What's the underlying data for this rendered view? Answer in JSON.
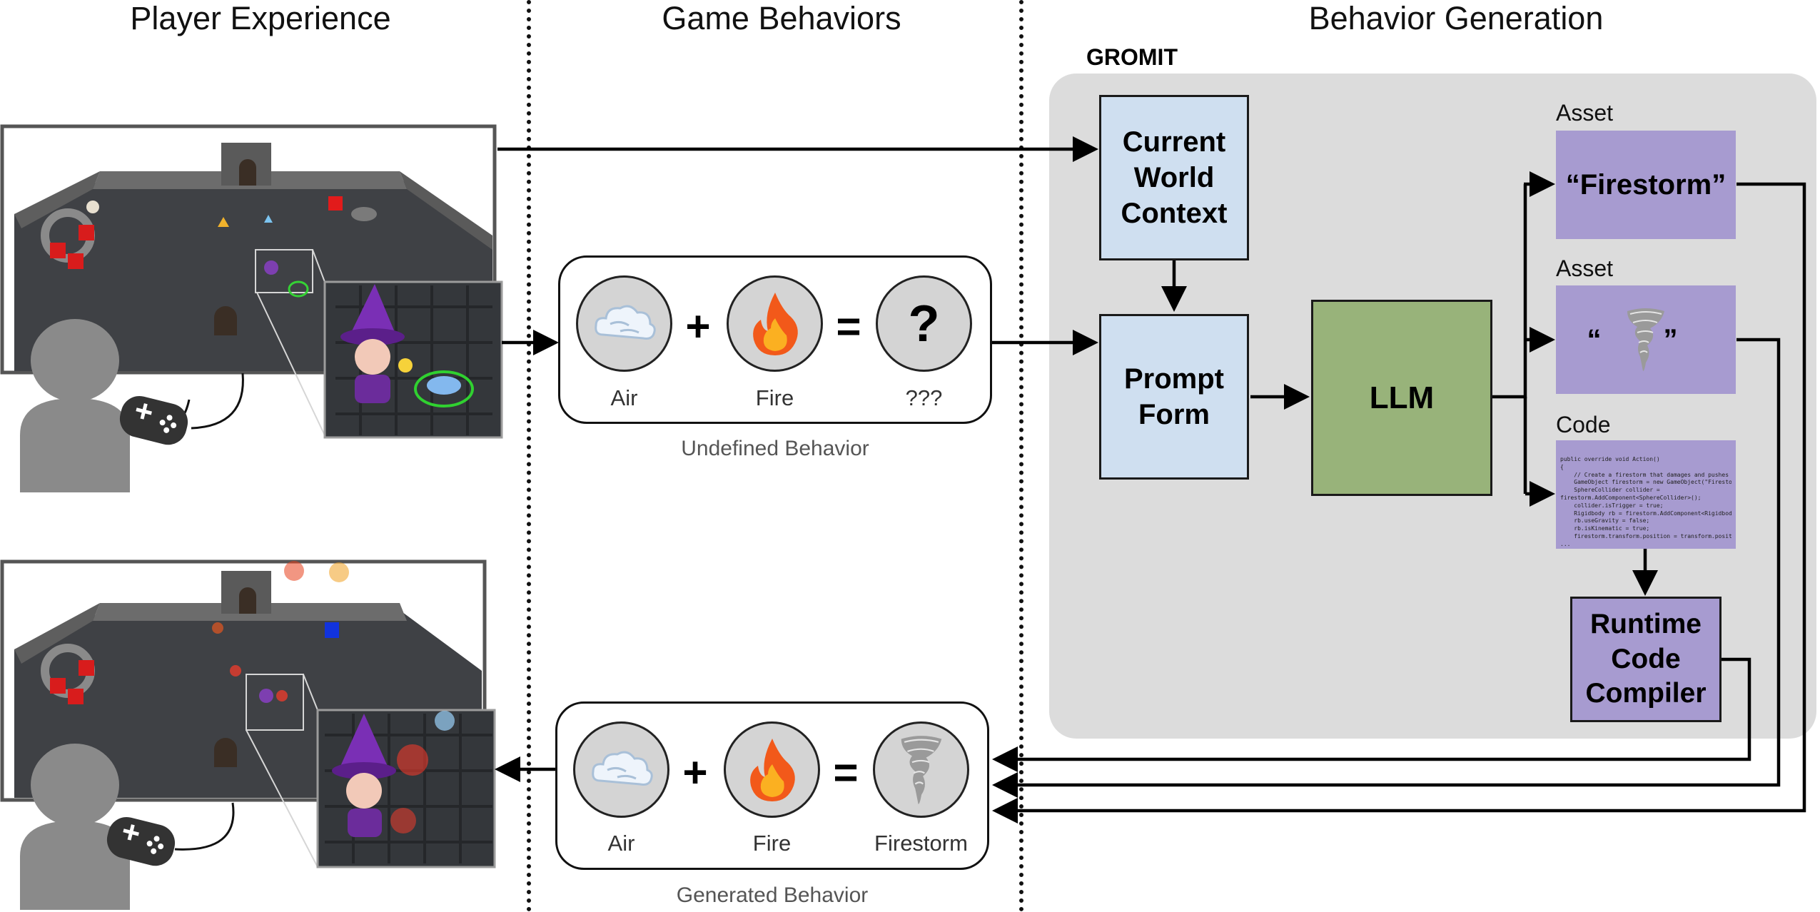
{
  "sections": {
    "player_experience": "Player Experience",
    "game_behaviors": "Game Behaviors",
    "behavior_generation": "Behavior Generation"
  },
  "gromit_label": "GROMIT",
  "boxes": {
    "world_context": "Current World Context",
    "prompt_form": "Prompt Form",
    "llm": "LLM",
    "asset1_text": "“Firestorm”",
    "asset2_text": "“ ”",
    "compiler": "Runtime Code Compiler"
  },
  "labels": {
    "asset1": "Asset",
    "asset2": "Asset",
    "code": "Code"
  },
  "code_snippet": "public override void Action()\n{\n    // Create a firestorm that damages and pushes enemies away\n    GameObject firestorm = new GameObject(\"Firestorm\");\n    SphereCollider collider =\nfirestorm.AddComponent<SphereCollider>();\n    collider.isTrigger = true;\n    Rigidbody rb = firestorm.AddComponent<Rigidbody>();\n    rb.useGravity = false;\n    rb.isKinematic = true;\n    firestorm.transform.position = transform.position;\n...",
  "undefined_behavior": {
    "air": "Air",
    "fire": "Fire",
    "result": "???",
    "question": "?",
    "plus": "+",
    "equals": "=",
    "caption": "Undefined Behavior"
  },
  "generated_behavior": {
    "air": "Air",
    "fire": "Fire",
    "result": "Firestorm",
    "plus": "+",
    "equals": "=",
    "caption": "Generated Behavior"
  },
  "icons": {
    "air": "cloud-wind-icon",
    "fire": "fire-icon",
    "tornado": "tornado-icon",
    "gamepad": "gamepad-icon",
    "player": "player-silhouette-icon"
  },
  "colors": {
    "blue_box": "#cfdff0",
    "llm_box": "#98b37a",
    "purple_box": "#a79bd0",
    "panel": "#dcdcdc"
  }
}
